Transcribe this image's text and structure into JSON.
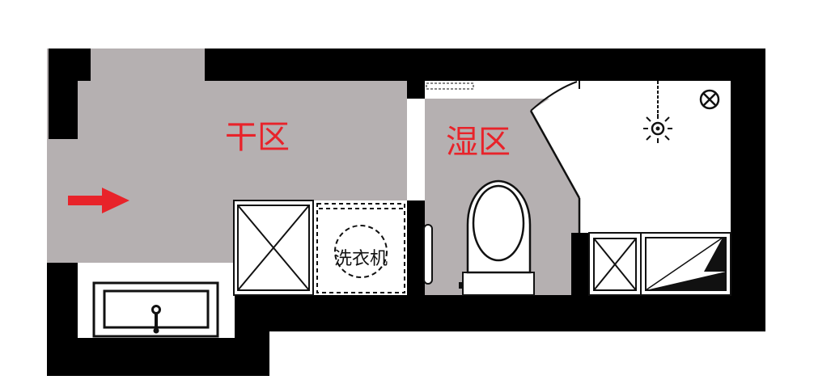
{
  "labels": {
    "dry_zone": "干区",
    "wet_zone": "湿区",
    "washing_machine": "洗衣机"
  },
  "colors": {
    "wall": "#000000",
    "floor": "#b5b0b1",
    "background": "#ffffff",
    "accent": "#e8232a"
  },
  "icons": {
    "entry": "entry-arrow-icon",
    "shower": "shower-head-icon",
    "light": "ceiling-light-icon",
    "faucet": "faucet-icon"
  }
}
